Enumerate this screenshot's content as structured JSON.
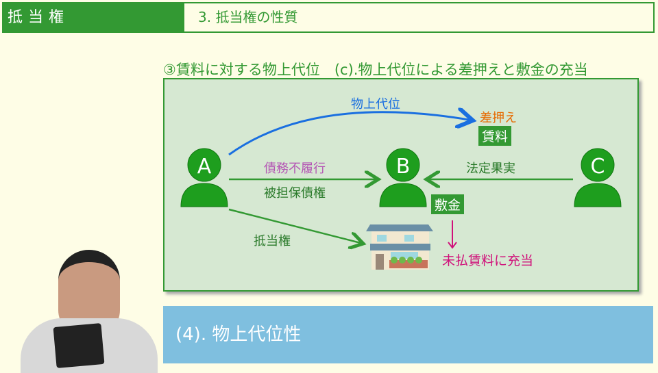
{
  "header": {
    "section": "抵当権",
    "title": "3. 抵当権の性質"
  },
  "subtitle": "③賃料に対する物上代位　(c).物上代位による差押えと敷金の充当",
  "diagram": {
    "persons": [
      "A",
      "B",
      "C"
    ],
    "labels": {
      "subrogation": "物上代位",
      "seizure": "差押え",
      "rent": "賃料",
      "default": "債務不履行",
      "secured_claim": "被担保債権",
      "legal_fruit": "法定果実",
      "mortgage": "抵当権",
      "deposit": "敷金",
      "applied": "未払賃料に充当"
    },
    "colors": {
      "green": "#339933",
      "blue": "#1a6fe0",
      "purple": "#b455b4",
      "orange": "#e66a00",
      "magenta": "#d0107a"
    }
  },
  "bottom_banner": "(4). 物上代位性"
}
